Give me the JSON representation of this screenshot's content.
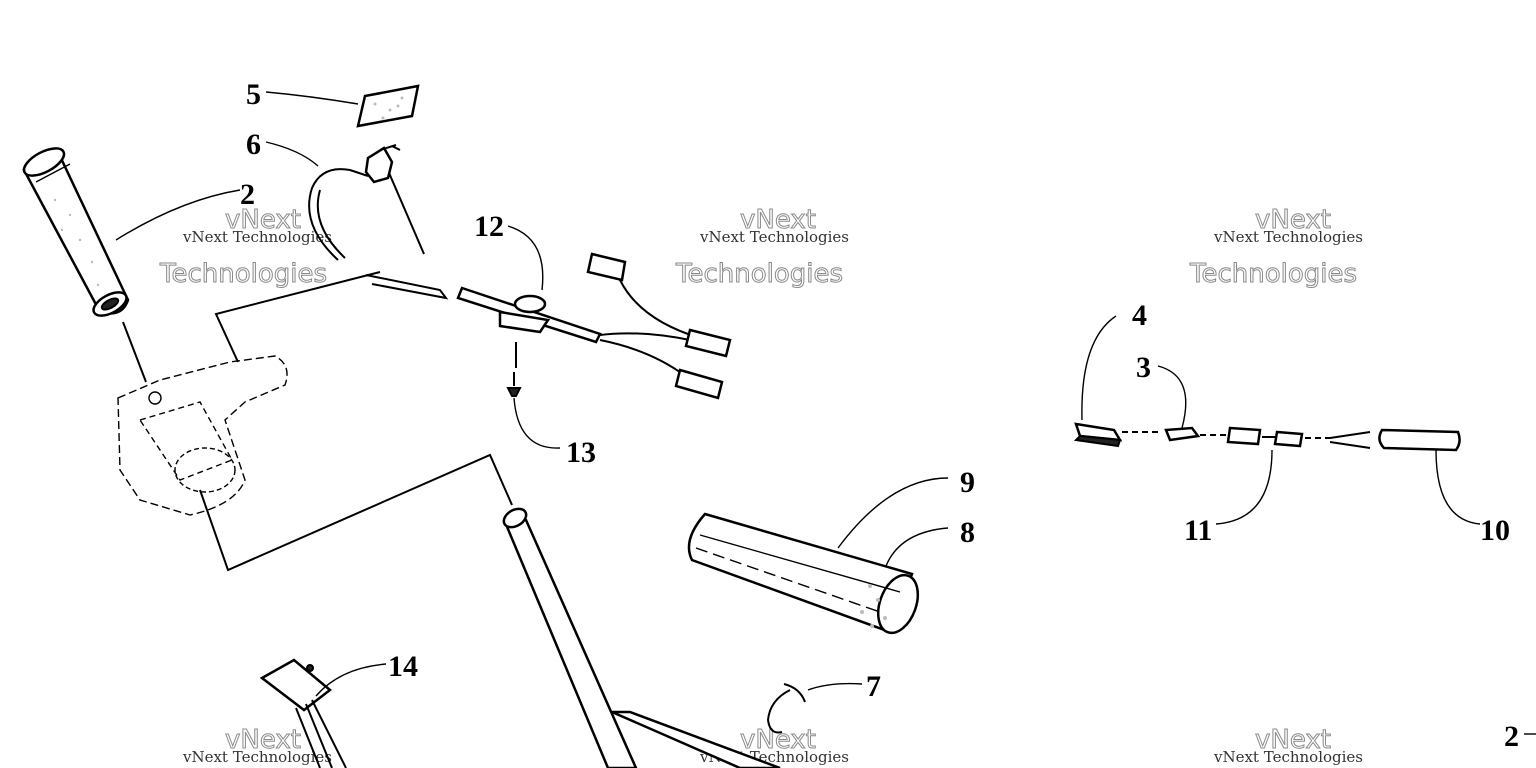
{
  "diagram": {
    "callouts": [
      "2",
      "3",
      "4",
      "5",
      "6",
      "7",
      "8",
      "9",
      "10",
      "11",
      "12",
      "13",
      "14"
    ],
    "edge_label": "2"
  },
  "watermark": {
    "line1": "vNext",
    "line2": "vNext Technologies",
    "line3": "Technologies"
  }
}
